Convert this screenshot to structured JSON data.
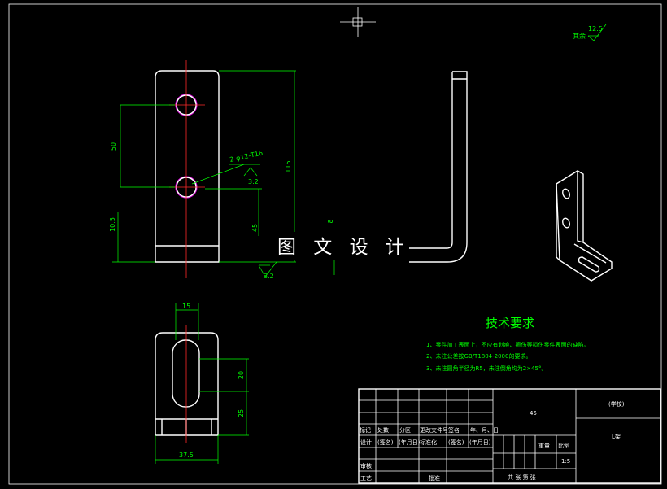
{
  "roughness": {
    "label": "其余",
    "value": "12.5"
  },
  "front_view": {
    "dims": {
      "pitch": "50",
      "height": "115",
      "bottom": "10.5",
      "hole": "2-φ12-T16",
      "angle_small": "3.2",
      "angle_45": "45",
      "thickness": "8",
      "ra": "3.2"
    }
  },
  "watermark": "图 文 设 计",
  "bottom_view": {
    "dims": {
      "width_top": "15",
      "d20": "20",
      "d25": "25",
      "width": "37.5"
    }
  },
  "tech_req": {
    "title": "技术要求",
    "items": [
      "1、零件加工表面上，不应有划痕、擦伤等损伤零件表面的缺陷。",
      "2、未注公差按GB/T1804-2000的要求。",
      "3、未注圆角半径为R5，未注倒角均为2×45°。"
    ]
  },
  "title_block": {
    "material": "45",
    "school": "(学校)",
    "part_name": "L架",
    "headers1": [
      "标记",
      "处数",
      "分区",
      "更改文件号",
      "签名",
      "年、月、日"
    ],
    "row_design": [
      "设计",
      "(签名)",
      "(年月日)",
      "标准化",
      "(签名)",
      "(年月日)"
    ],
    "labels": {
      "review": "审核",
      "process": "工艺",
      "approve": "批准",
      "weight": "重量",
      "scale": "比例",
      "scale_value": "1:5",
      "sheets": "共  张  第  张"
    }
  }
}
